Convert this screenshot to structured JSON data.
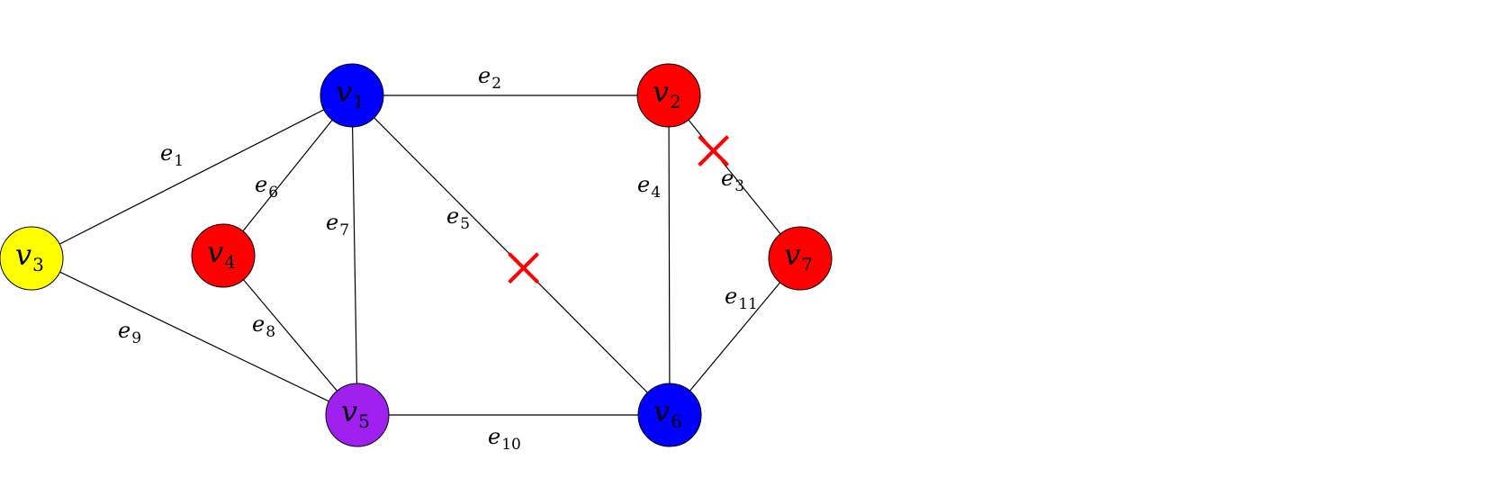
{
  "graph": {
    "nodes": [
      {
        "id": "v1",
        "letter": "v",
        "sub": "1",
        "color": "#0000ff"
      },
      {
        "id": "v2",
        "letter": "v",
        "sub": "2",
        "color": "#ff0000"
      },
      {
        "id": "v3",
        "letter": "v",
        "sub": "3",
        "color": "#ffff00"
      },
      {
        "id": "v4",
        "letter": "v",
        "sub": "4",
        "color": "#ff0000"
      },
      {
        "id": "v5",
        "letter": "v",
        "sub": "5",
        "color": "#a020f0"
      },
      {
        "id": "v6",
        "letter": "v",
        "sub": "6",
        "color": "#0000ff"
      },
      {
        "id": "v7",
        "letter": "v",
        "sub": "7",
        "color": "#ff0000"
      }
    ],
    "edges": [
      {
        "id": "e1",
        "letter": "e",
        "sub": "1",
        "from": "v3",
        "to": "v1",
        "removed": false
      },
      {
        "id": "e2",
        "letter": "e",
        "sub": "2",
        "from": "v1",
        "to": "v2",
        "removed": false
      },
      {
        "id": "e3",
        "letter": "e",
        "sub": "3",
        "from": "v2",
        "to": "v7",
        "removed": true
      },
      {
        "id": "e4",
        "letter": "e",
        "sub": "4",
        "from": "v2",
        "to": "v6",
        "removed": false
      },
      {
        "id": "e5",
        "letter": "e",
        "sub": "5",
        "from": "v1",
        "to": "v6",
        "removed": true
      },
      {
        "id": "e6",
        "letter": "e",
        "sub": "6",
        "from": "v4",
        "to": "v1",
        "removed": false
      },
      {
        "id": "e7",
        "letter": "e",
        "sub": "7",
        "from": "v1",
        "to": "v5",
        "removed": false
      },
      {
        "id": "e8",
        "letter": "e",
        "sub": "8",
        "from": "v4",
        "to": "v5",
        "removed": false
      },
      {
        "id": "e9",
        "letter": "e",
        "sub": "9",
        "from": "v3",
        "to": "v5",
        "removed": false
      },
      {
        "id": "e10",
        "letter": "e",
        "sub": "10",
        "from": "v5",
        "to": "v6",
        "removed": false
      },
      {
        "id": "e11",
        "letter": "e",
        "sub": "11",
        "from": "v7",
        "to": "v6",
        "removed": false
      }
    ],
    "colors": {
      "edge": "#000000",
      "removed_mark": "#ff0000",
      "background": "#ffffff"
    }
  }
}
